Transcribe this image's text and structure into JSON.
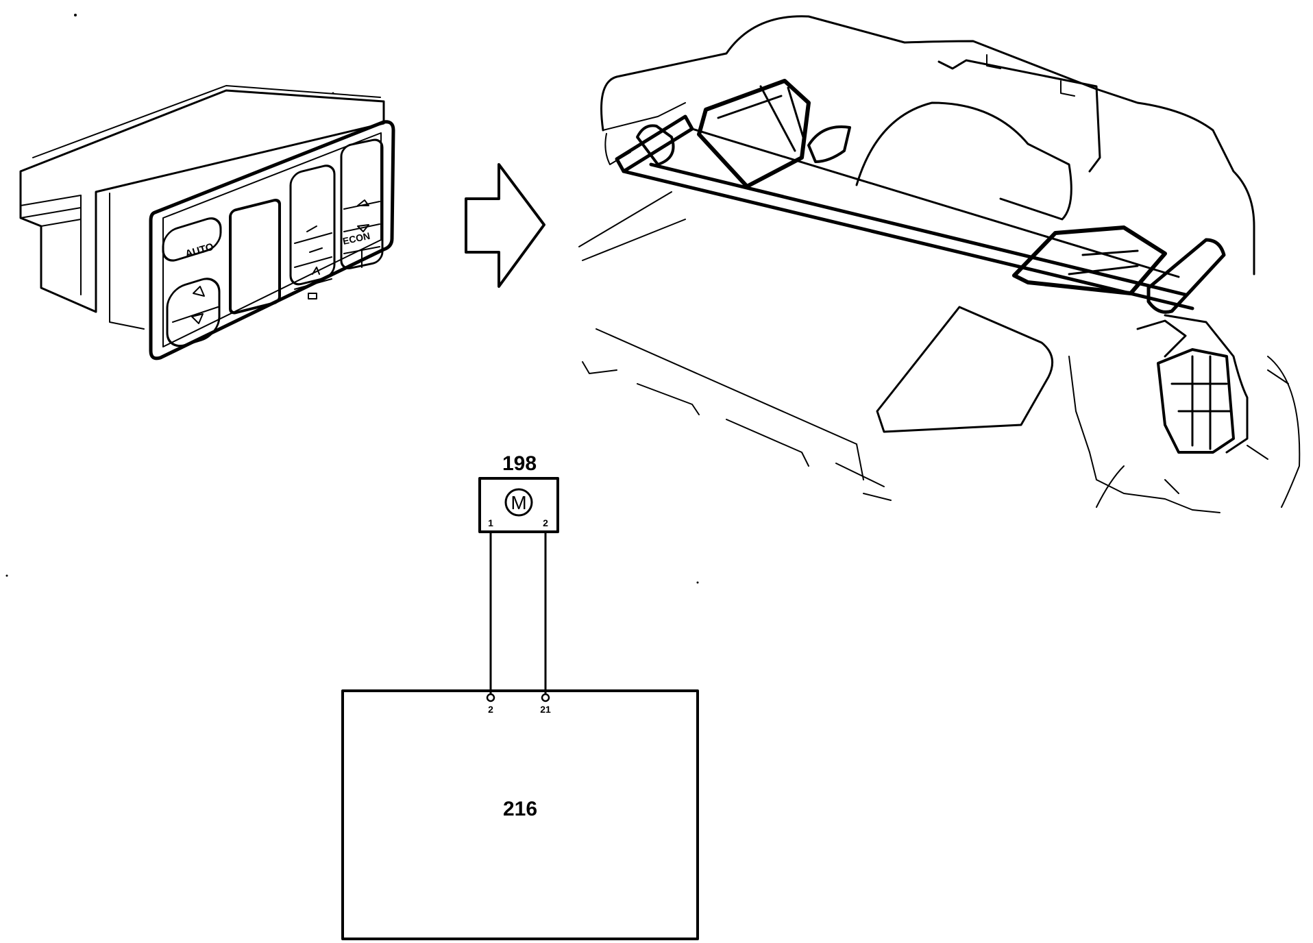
{
  "motor": {
    "id": "198",
    "symbol": "M",
    "pins": [
      "1",
      "2"
    ]
  },
  "control_unit": {
    "id": "216",
    "pins": [
      "2",
      "21"
    ]
  },
  "panel": {
    "auto_label": "AUTO"
  },
  "colors": {
    "ink": "#000000",
    "background": "#ffffff"
  }
}
